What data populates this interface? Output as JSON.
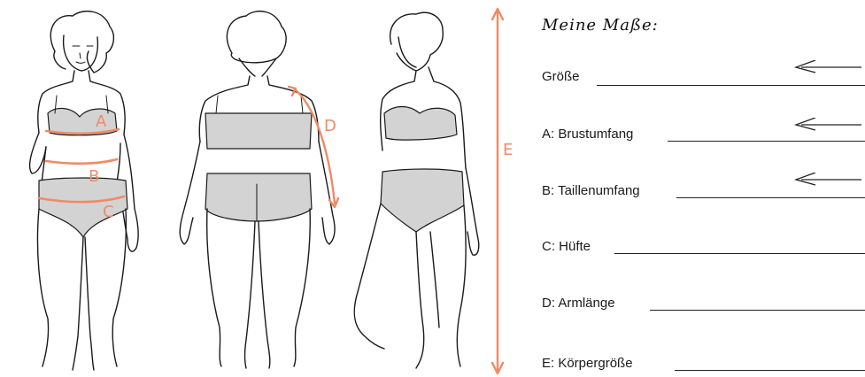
{
  "figure": {
    "labels": {
      "a": "A",
      "b": "B",
      "c": "C",
      "d": "D",
      "e": "E"
    },
    "accent_color": "#f08a66",
    "garment_color": "#d3d3d3"
  },
  "form": {
    "title": "Meine Maße:",
    "fields": [
      {
        "label": "Größe",
        "value": ""
      },
      {
        "label": "A:  Brustumfang",
        "value": ""
      },
      {
        "label": "B:  Taillenumfang",
        "value": ""
      },
      {
        "label": "C:  Hüfte",
        "value": ""
      },
      {
        "label": "D: Armlänge",
        "value": ""
      },
      {
        "label": "E: Körpergröße",
        "value": ""
      }
    ]
  }
}
